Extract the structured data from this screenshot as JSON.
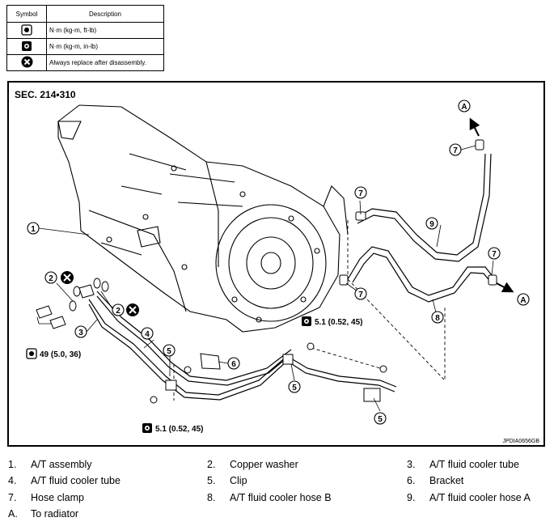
{
  "symbol_table": {
    "header_symbol": "Symbol",
    "header_description": "Description",
    "rows": [
      {
        "icon": "torque-wrench-icon",
        "description": "N·m (kg-m, ft-lb)"
      },
      {
        "icon": "torque-wrench-small-icon",
        "description": "N·m (kg-m, in-lb)"
      },
      {
        "icon": "replace-x-icon",
        "description": "Always replace after disassembly."
      }
    ]
  },
  "diagram": {
    "section": "SEC. 214•310",
    "code": "JPDIA0656GB",
    "torque_49": "49 (5.0, 36)",
    "torque_51_top": "5.1 (0.52, 45)",
    "torque_51_bottom": "5.1 (0.52, 45)",
    "callouts": [
      "1",
      "2",
      "2",
      "3",
      "4",
      "5",
      "5",
      "5",
      "6",
      "7",
      "7",
      "7",
      "7",
      "8",
      "9",
      "A",
      "A"
    ]
  },
  "legend": [
    {
      "num": "1.",
      "label": "A/T assembly"
    },
    {
      "num": "2.",
      "label": "Copper washer"
    },
    {
      "num": "3.",
      "label": "A/T fluid cooler tube"
    },
    {
      "num": "4.",
      "label": "A/T fluid cooler tube"
    },
    {
      "num": "5.",
      "label": "Clip"
    },
    {
      "num": "6.",
      "label": "Bracket"
    },
    {
      "num": "7.",
      "label": "Hose clamp"
    },
    {
      "num": "8.",
      "label": "A/T fluid cooler hose B"
    },
    {
      "num": "9.",
      "label": "A/T fluid cooler hose A"
    },
    {
      "num": "A.",
      "label": "To radiator"
    }
  ]
}
